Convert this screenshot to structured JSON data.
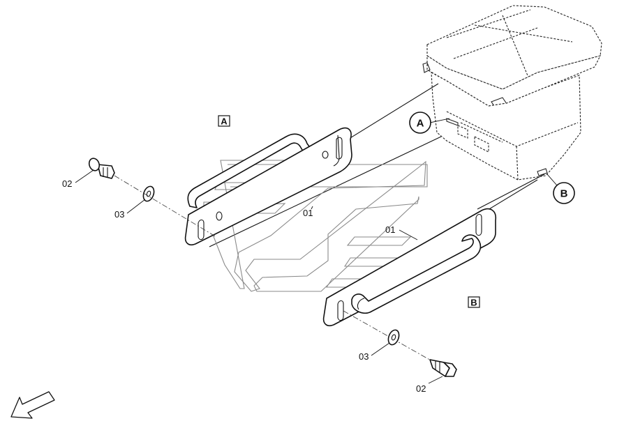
{
  "labels": {
    "view_a": "A",
    "view_b": "B",
    "callout_a": "A",
    "callout_b": "B",
    "part_01_upper": "01",
    "part_01_lower": "01",
    "part_02_upper": "02",
    "part_02_lower": "02",
    "part_03_upper": "03",
    "part_03_lower": "03"
  },
  "icons": {
    "direction_arrow": "arrow-down-left-icon",
    "watermark": "chevron-watermark-icon"
  },
  "colors": {
    "line": "#111111",
    "watermark": "#8a8a8a",
    "background": "#ffffff"
  }
}
